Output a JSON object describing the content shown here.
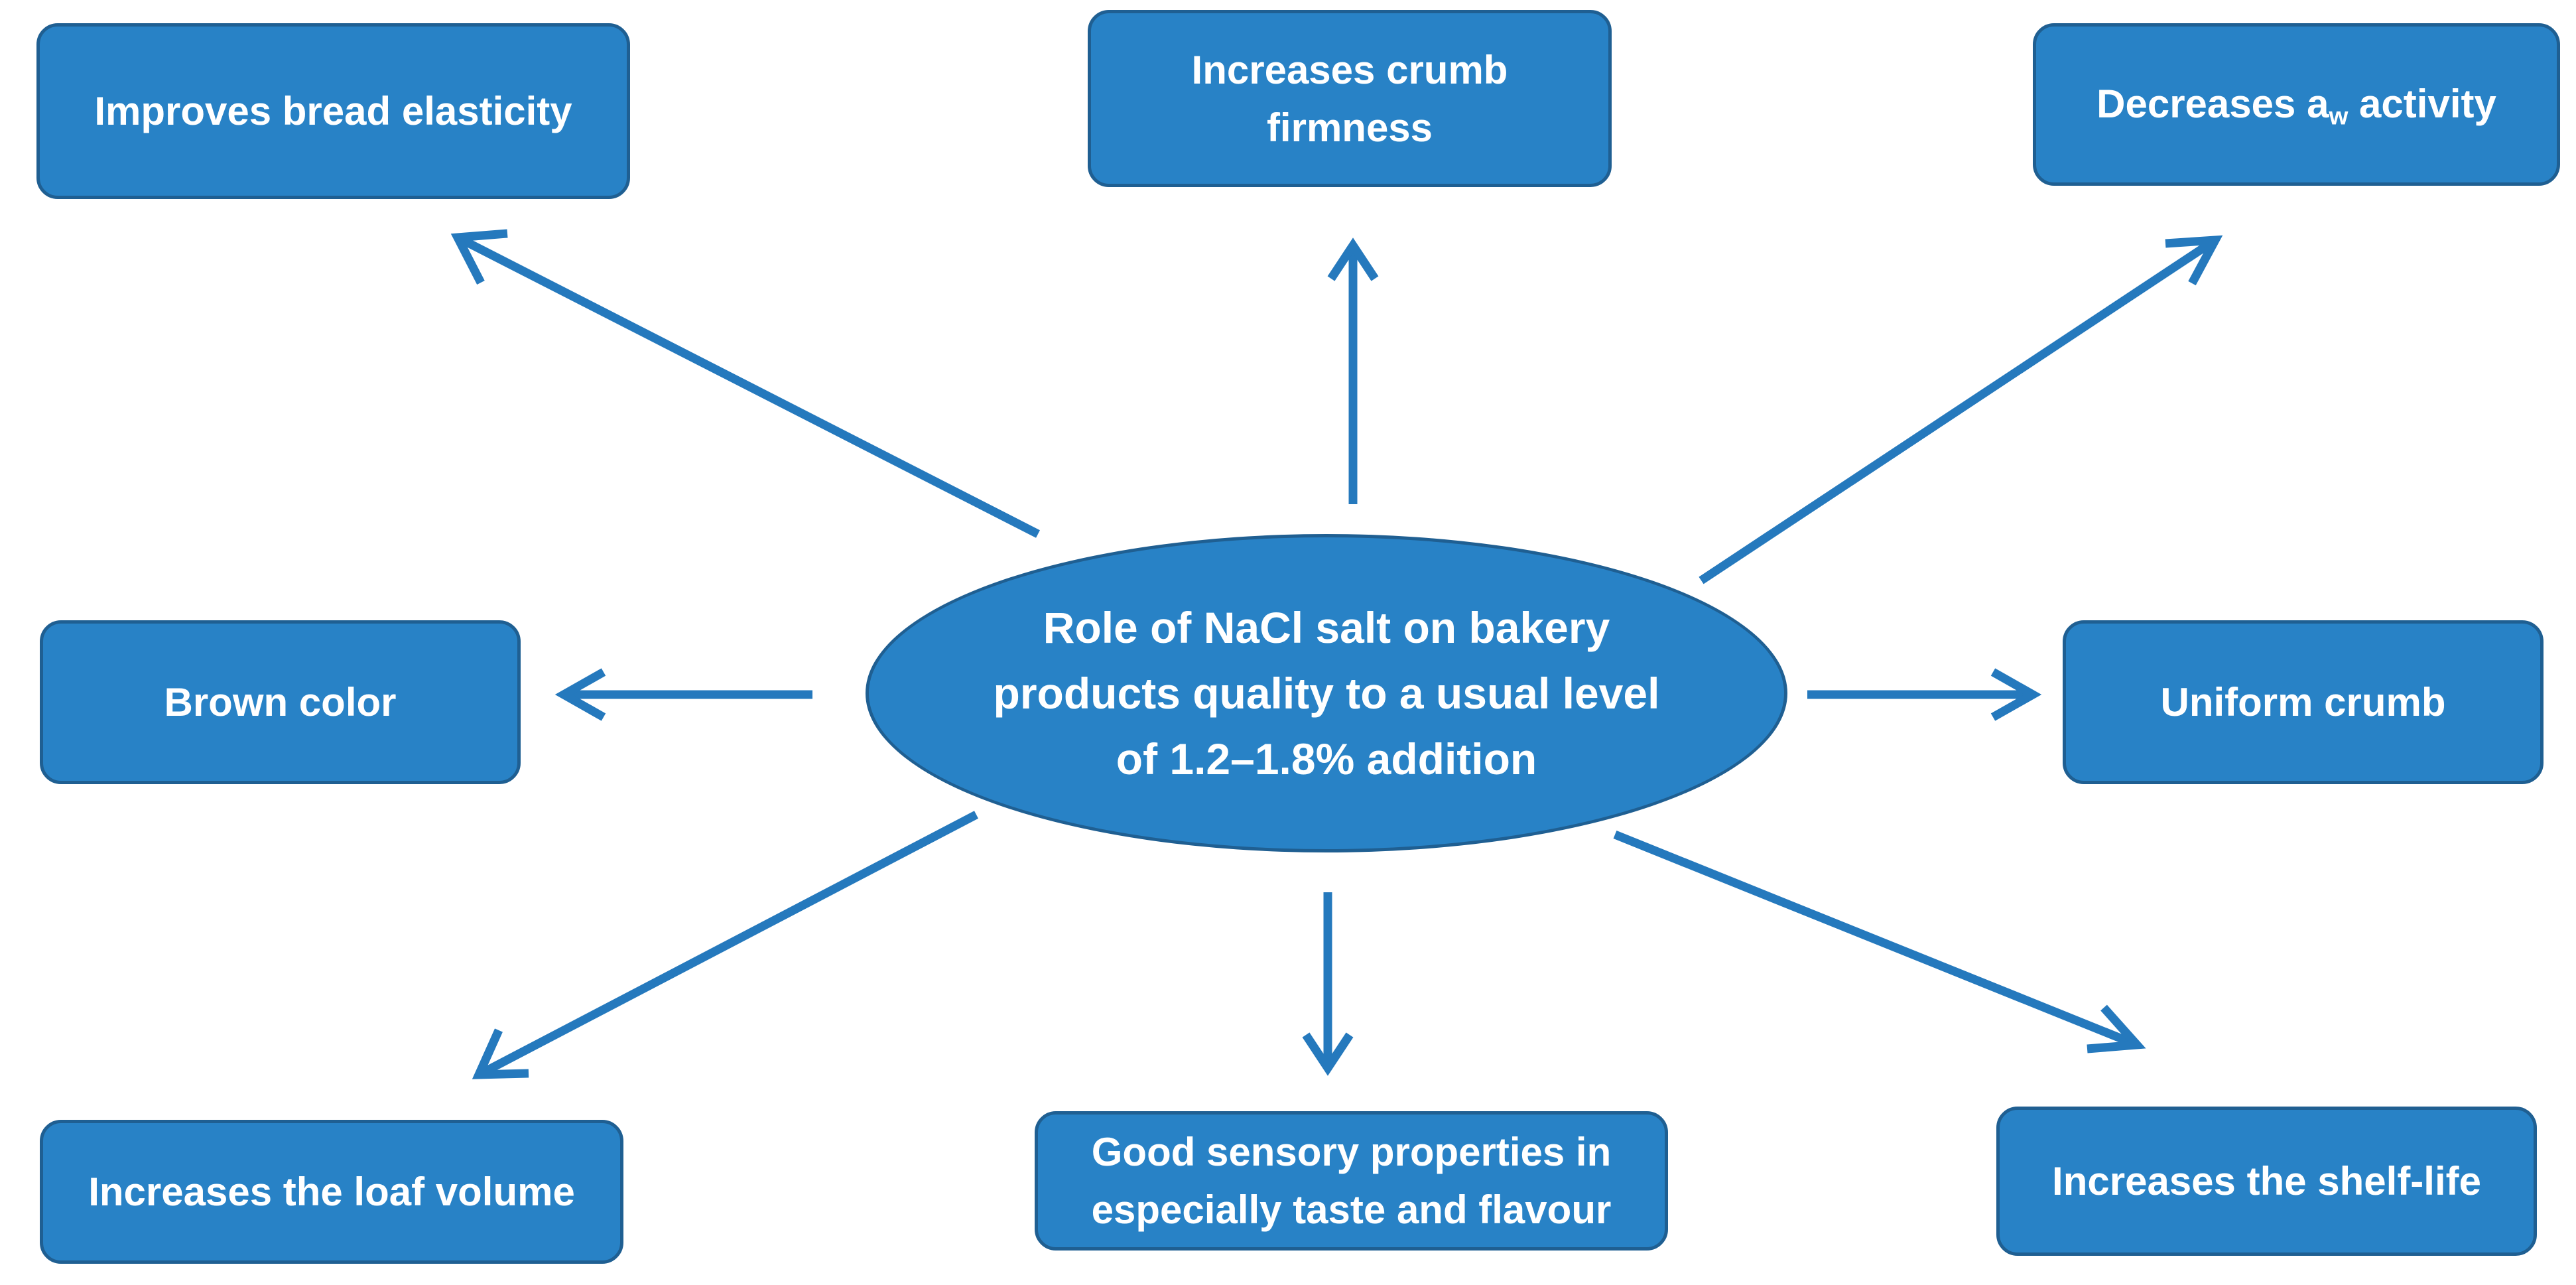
{
  "center": {
    "text": "Role of NaCl salt on bakery products quality to a usual level of 1.2–1.8% addition"
  },
  "boxes": {
    "elasticity": "Improves bread elasticity",
    "firmness": "Increases crumb firmness",
    "aw_prefix": "Decreases a",
    "aw_sub": "w",
    "aw_suffix": " activity",
    "brown": "Brown color",
    "uniform": "Uniform crumb",
    "loaf": "Increases the loaf volume",
    "sensory": "Good sensory properties in especially taste and flavour",
    "shelf": "Increases the shelf-life"
  },
  "colors": {
    "fill": "#2882c6",
    "border": "#1f5f92",
    "arrow": "#2579bd",
    "text": "#ffffff"
  }
}
